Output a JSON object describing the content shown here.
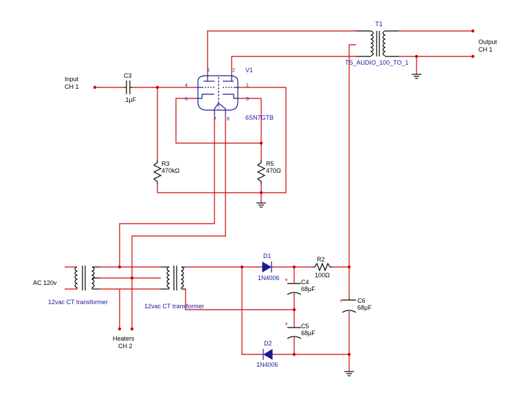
{
  "labels": {
    "input_label": "Input",
    "input_ch": "CH 1",
    "c3_ref": "C3",
    "c3_val": ".1µF",
    "v1_ref": "V1",
    "v1_val": "6SN7GTB",
    "pin_5": "5",
    "pin_2": "2",
    "pin_4": "4",
    "pin_1": "1",
    "pin_6": "6",
    "pin_3": "3",
    "pin_7": "7",
    "pin_8": "8",
    "t1_ref": "T1",
    "t1_val": "TS_AUDIO_100_TO_1",
    "output_label": "Output",
    "output_ch": "CH 1",
    "r3_ref": "R3",
    "r3_val": "470kΩ",
    "r5_ref": "R5",
    "r5_val": "470Ω",
    "ac_label": "AC 120v",
    "xfmr1_label": "12vac CT transformer",
    "xfmr2_label": "12vac CT transformer",
    "heaters_label": "Heaters",
    "heaters_ch": "CH 2",
    "d1_ref": "D1",
    "d1_val": "1N4006",
    "d2_ref": "D2",
    "d2_val": "1N4006",
    "r2_ref": "R2",
    "r2_val": "100Ω",
    "c4_ref": "C4",
    "c4_val": "68µF",
    "c5_ref": "C5",
    "c5_val": "68µF",
    "c6_ref": "C6",
    "c6_val": "68µF",
    "plus": "+"
  }
}
